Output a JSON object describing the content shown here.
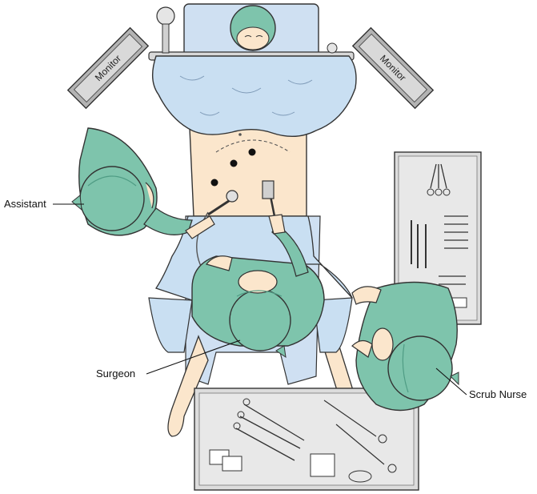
{
  "labels": {
    "assistant": "Assistant",
    "surgeon": "Surgeon",
    "scrub_nurse": "Scrub Nurse",
    "monitor_left": "Monitor",
    "monitor_right": "Monitor"
  },
  "colors": {
    "gown": "#7ec4ac",
    "gown_dark": "#4f9c84",
    "drape": "#c9dff2",
    "skin": "#fbe6cc",
    "tray": "#dcdcdc",
    "monitor": "#b3b3b3"
  }
}
